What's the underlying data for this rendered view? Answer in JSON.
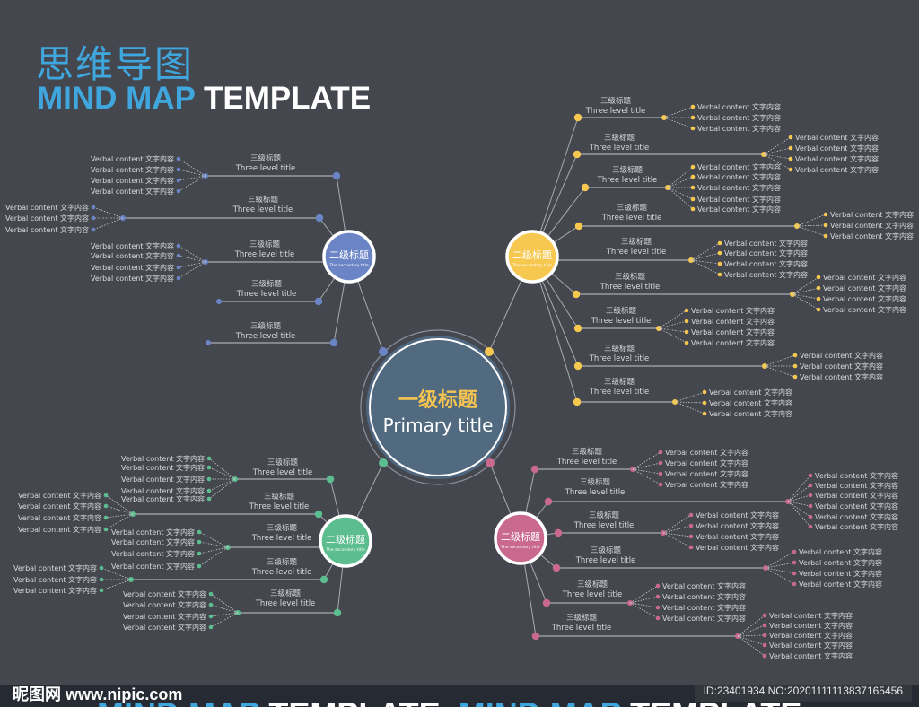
{
  "header": {
    "title_cn": "思维导图",
    "title_en_a": "MIND MAP",
    "title_en_b": "TEMPLATE"
  },
  "center": {
    "title_cn": "一级标题",
    "title_en": "Primary title"
  },
  "colors": {
    "background": "#45474f",
    "center_fill": "#526a80",
    "center_text_cn": "#f5c451",
    "line": "#a9abb2",
    "text": "#d9dade"
  },
  "branches": [
    {
      "id": "blue",
      "color": "#6b84c6",
      "title_cn": "二级标题",
      "title_en": "The secondary title",
      "items": [
        {
          "title_cn": "三级标题",
          "title_en": "Three level title",
          "leaves": [
            "Verbal content 文字内容",
            "Verbal content 文字内容",
            "Verbal content 文字内容",
            "Verbal content 文字内容"
          ]
        },
        {
          "title_cn": "三级标题",
          "title_en": "Three level title",
          "leaves": [
            "Verbal content 文字内容",
            "Verbal content 文字内容",
            "Verbal content 文字内容"
          ]
        },
        {
          "title_cn": "三级标题",
          "title_en": "Three level title",
          "leaves": [
            "Verbal content 文字内容",
            "Verbal content 文字内容",
            "Verbal content 文字内容",
            "Verbal content 文字内容"
          ]
        },
        {
          "title_cn": "三级标题",
          "title_en": "Three level title",
          "leaves": []
        },
        {
          "title_cn": "三级标题",
          "title_en": "Three level title",
          "leaves": []
        }
      ]
    },
    {
      "id": "yellow",
      "color": "#f7c850",
      "title_cn": "二级标题",
      "title_en": "The secondary title",
      "items": [
        {
          "title_cn": "三级标题",
          "title_en": "Three level title",
          "leaves": [
            "Verbal content 文字内容",
            "Verbal content 文字内容",
            "Verbal content 文字内容"
          ]
        },
        {
          "title_cn": "三级标题",
          "title_en": "Three level title",
          "leaves": [
            "Verbal content 文字内容",
            "Verbal content 文字内容",
            "Verbal content 文字内容",
            "Verbal content 文字内容"
          ]
        },
        {
          "title_cn": "三级标题",
          "title_en": "Three level title",
          "leaves": [
            "Verbal content 文字内容",
            "Verbal content 文字内容",
            "Verbal content 文字内容",
            "Verbal content 文字内容",
            "Verbal content 文字内容"
          ]
        },
        {
          "title_cn": "三级标题",
          "title_en": "Three level title",
          "leaves": [
            "Verbal content 文字内容",
            "Verbal content 文字内容",
            "Verbal content 文字内容"
          ]
        },
        {
          "title_cn": "三级标题",
          "title_en": "Three level title",
          "leaves": [
            "Verbal content 文字内容",
            "Verbal content 文字内容",
            "Verbal content 文字内容",
            "Verbal content 文字内容"
          ]
        },
        {
          "title_cn": "三级标题",
          "title_en": "Three level title",
          "leaves": [
            "Verbal content 文字内容",
            "Verbal content 文字内容",
            "Verbal content 文字内容",
            "Verbal content 文字内容"
          ]
        },
        {
          "title_cn": "三级标题",
          "title_en": "Three level title",
          "leaves": [
            "Verbal content 文字内容",
            "Verbal content 文字内容",
            "Verbal content 文字内容",
            "Verbal content 文字内容"
          ]
        },
        {
          "title_cn": "三级标题",
          "title_en": "Three level title",
          "leaves": [
            "Verbal content 文字内容",
            "Verbal content 文字内容",
            "Verbal content 文字内容"
          ]
        },
        {
          "title_cn": "三级标题",
          "title_en": "Three level title",
          "leaves": [
            "Verbal content 文字内容",
            "Verbal content 文字内容",
            "Verbal content 文字内容"
          ]
        }
      ]
    },
    {
      "id": "green",
      "color": "#5cbd8e",
      "title_cn": "二级标题",
      "title_en": "The secondary title",
      "items": [
        {
          "title_cn": "三级标题",
          "title_en": "Three level title",
          "leaves": [
            "Verbal content 文字内容",
            "Verbal content 文字内容",
            "Verbal content 文字内容",
            "Verbal content 文字内容",
            "Verbal content 文字内容"
          ]
        },
        {
          "title_cn": "三级标题",
          "title_en": "Three level title",
          "leaves": [
            "Verbal content 文字内容",
            "Verbal content 文字内容",
            "Verbal content 文字内容",
            "Verbal content 文字内容"
          ]
        },
        {
          "title_cn": "三级标题",
          "title_en": "Three level title",
          "leaves": [
            "Verbal content 文字内容",
            "Verbal content 文字内容",
            "Verbal content 文字内容",
            "Verbal content 文字内容"
          ]
        },
        {
          "title_cn": "三级标题",
          "title_en": "Three level title",
          "leaves": [
            "Verbal content 文字内容",
            "Verbal content 文字内容",
            "Verbal content 文字内容"
          ]
        },
        {
          "title_cn": "三级标题",
          "title_en": "Three level title",
          "leaves": [
            "Verbal content 文字内容",
            "Verbal content 文字内容",
            "Verbal content 文字内容",
            "Verbal content 文字内容"
          ]
        }
      ]
    },
    {
      "id": "pink",
      "color": "#c9698d",
      "title_cn": "二级标题",
      "title_en": "The secondary title",
      "items": [
        {
          "title_cn": "三级标题",
          "title_en": "Three level title",
          "leaves": [
            "Verbal content 文字内容",
            "Verbal content 文字内容",
            "Verbal content 文字内容",
            "Verbal content 文字内容"
          ]
        },
        {
          "title_cn": "三级标题",
          "title_en": "Three level title",
          "leaves": [
            "Verbal content 文字内容",
            "Verbal content 文字内容",
            "Verbal content 文字内容",
            "Verbal content 文字内容",
            "Verbal content 文字内容",
            "Verbal content 文字内容"
          ]
        },
        {
          "title_cn": "三级标题",
          "title_en": "Three level title",
          "leaves": [
            "Verbal content 文字内容",
            "Verbal content 文字内容",
            "Verbal content 文字内容",
            "Verbal content 文字内容"
          ]
        },
        {
          "title_cn": "三级标题",
          "title_en": "Three level title",
          "leaves": [
            "Verbal content 文字内容",
            "Verbal content 文字内容",
            "Verbal content 文字内容",
            "Verbal content 文字内容"
          ]
        },
        {
          "title_cn": "三级标题",
          "title_en": "Three level title",
          "leaves": [
            "Verbal content 文字内容",
            "Verbal content 文字内容",
            "Verbal content 文字内容",
            "Verbal content 文字内容"
          ]
        },
        {
          "title_cn": "三级标题",
          "title_en": "Three level title",
          "leaves": [
            "Verbal content 文字内容",
            "Verbal content 文字内容",
            "Verbal content 文字内容",
            "Verbal content 文字内容",
            "Verbal content 文字内容"
          ]
        }
      ]
    }
  ],
  "watermark": {
    "logo": "昵图网 www.nipic.com",
    "id": "ID:23401934 NO:20201111113837165456",
    "ghost_a": "MIND MAP",
    "ghost_b": "TEMPLATE"
  }
}
